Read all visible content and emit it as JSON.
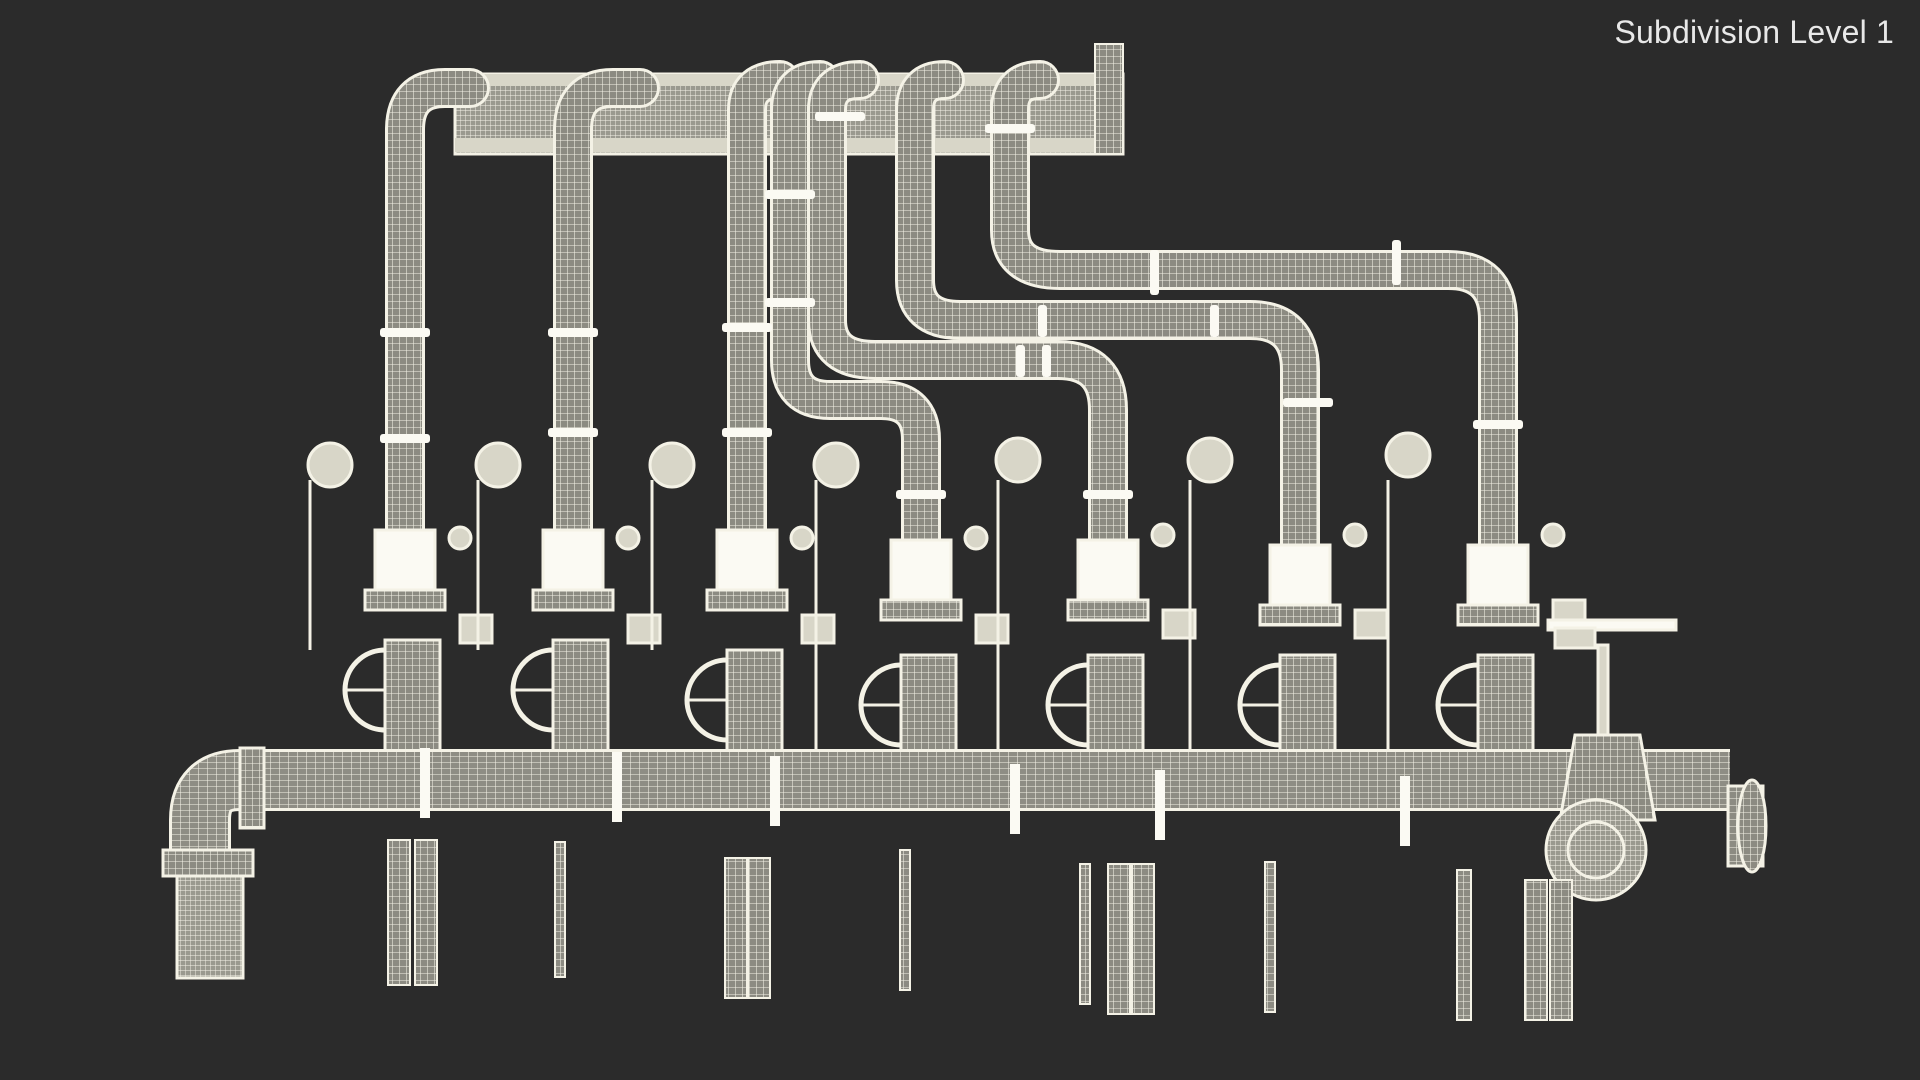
{
  "viewport": {
    "overlay_label": "Subdivision Level 1",
    "background_color": "#2b2b2b",
    "wire_color": "#f2f0e4",
    "solid_color": "#fbfaf3"
  },
  "scene": {
    "subject": "pipe-manifold-wireframe",
    "valve_station_count": 7
  }
}
